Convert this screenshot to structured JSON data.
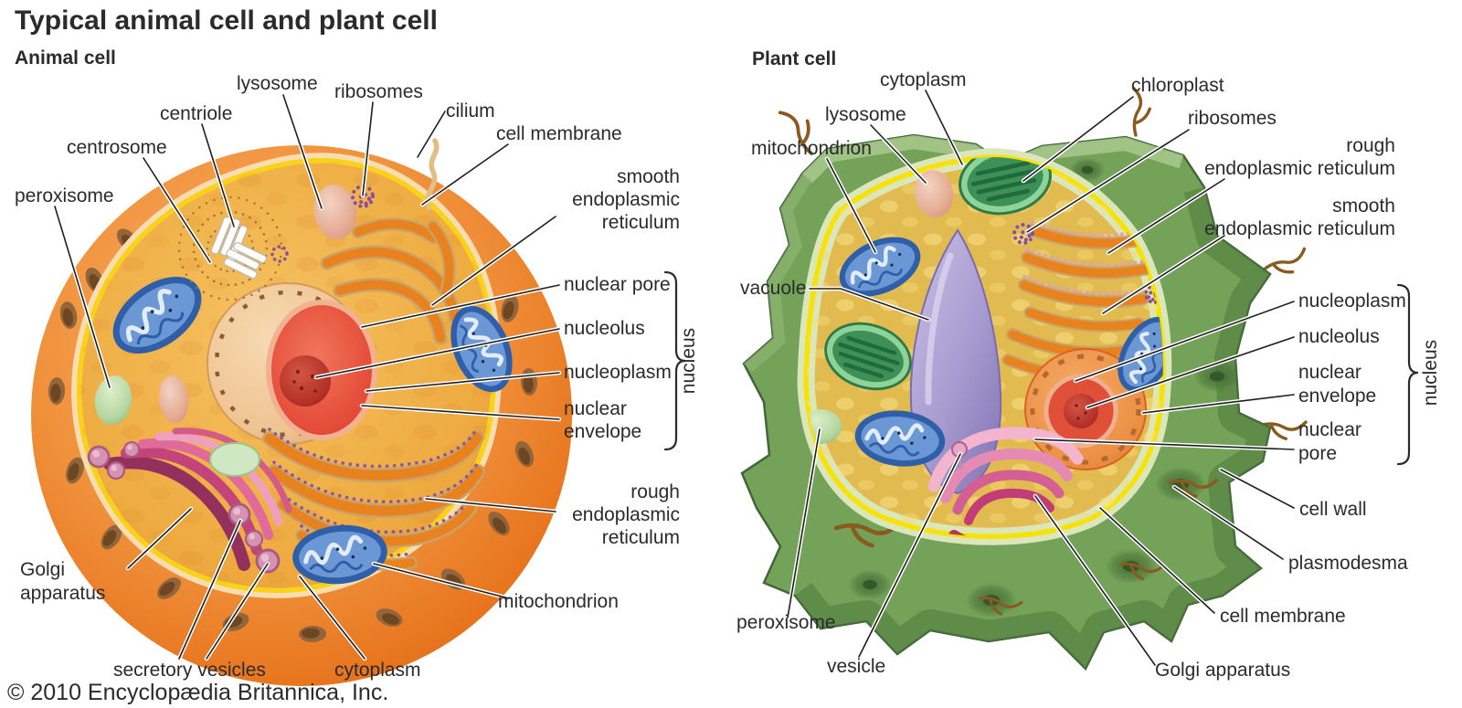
{
  "title": "Typical animal cell and plant cell",
  "copyright": "© 2010 Encyclopædia Britannica, Inc.",
  "colors": {
    "label_text": "#2b2b2b",
    "leader_line": "#1f1f1f",
    "animal_membrane_orange": "#ef8c33",
    "animal_cytoplasm_gold": "#f0b04a",
    "membrane_yellow": "#fbd21b",
    "nucleolus_red": "#b23028",
    "nucleoplasm_red": "#e6503c",
    "mitochondrion_blue": "#5f8ed0",
    "golgi_pink": "#c2447a",
    "plant_wall_green": "#74a258",
    "plant_cytoplasm_gold": "#e2bb50",
    "plant_membrane_yellow": "#f6e204",
    "vacuole_purple": "#a89cd0",
    "chloroplast_green": "#3e9058"
  },
  "animal": {
    "heading": "Animal cell",
    "labels": {
      "lysosome": "lysosome",
      "ribosomes": "ribosomes",
      "cilium": "cilium",
      "centriole": "centriole",
      "centrosome": "centrosome",
      "peroxisome": "peroxisome",
      "cell_membrane": "cell membrane",
      "smooth_er": [
        "smooth",
        "endoplasmic",
        "reticulum"
      ],
      "nuclear_pore": "nuclear pore",
      "nucleolus": "nucleolus",
      "nucleoplasm": "nucleoplasm",
      "nuclear_envelope": [
        "nuclear",
        "envelope"
      ],
      "nucleus": "nucleus",
      "rough_er": [
        "rough",
        "endoplasmic",
        "reticulum"
      ],
      "mitochondrion": "mitochondrion",
      "golgi": [
        "Golgi",
        "apparatus"
      ],
      "secretory_vesicles": "secretory vesicles",
      "cytoplasm": "cytoplasm"
    }
  },
  "plant": {
    "heading": "Plant cell",
    "labels": {
      "cytoplasm": "cytoplasm",
      "chloroplast": "chloroplast",
      "lysosome": "lysosome",
      "ribosomes": "ribosomes",
      "mitochondrion": "mitochondrion",
      "rough_er": [
        "rough",
        "endoplasmic reticulum"
      ],
      "smooth_er": [
        "smooth",
        "endoplasmic reticulum"
      ],
      "vacuole": "vacuole",
      "nucleoplasm": "nucleoplasm",
      "nucleolus": "nucleolus",
      "nuclear_envelope": [
        "nuclear",
        "envelope"
      ],
      "nuclear_pore": [
        "nuclear",
        "pore"
      ],
      "nucleus": "nucleus",
      "cell_wall": "cell wall",
      "plasmodesma": "plasmodesma",
      "cell_membrane": "cell membrane",
      "peroxisome": "peroxisome",
      "vesicle": "vesicle",
      "golgi": "Golgi apparatus"
    }
  }
}
